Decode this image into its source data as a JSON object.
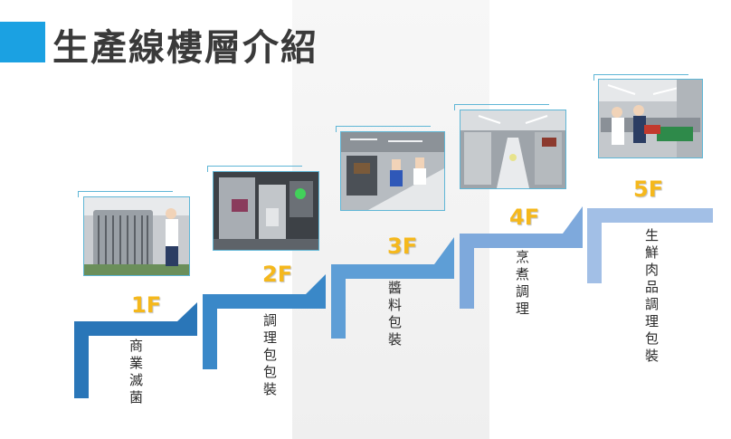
{
  "title": "生產線樓層介紹",
  "colors": {
    "accent_square": "#1ba1e2",
    "step1": "#2a76b8",
    "step2": "#3a88c8",
    "step3": "#5e9ed6",
    "step4": "#7ea9dc",
    "step5": "#a2bfe6",
    "label": "#f5b81c"
  },
  "floors": [
    {
      "label": "1F",
      "desc": "商業滅菌",
      "photo_icon": "sterilization-photo"
    },
    {
      "label": "2F",
      "desc": "調理包包裝",
      "photo_icon": "retort-pouch-photo"
    },
    {
      "label": "3F",
      "desc": "醬料包裝",
      "photo_icon": "sauce-packaging-photo"
    },
    {
      "label": "4F",
      "desc": "烹煮調理",
      "photo_icon": "cooking-photo"
    },
    {
      "label": "5F",
      "desc": "生鮮肉品調理包裝",
      "photo_icon": "fresh-meat-photo"
    }
  ]
}
